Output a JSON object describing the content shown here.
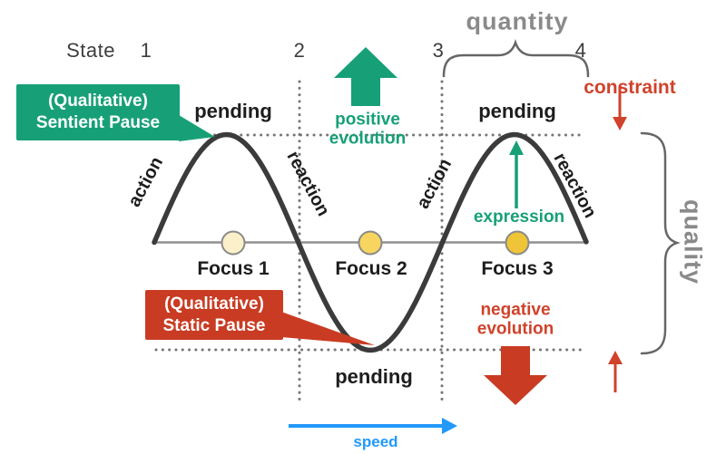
{
  "colors": {
    "green": "#17a077",
    "red": "#c93b22",
    "red_text": "#d0422b",
    "blue": "#2299fb",
    "gray_label": "#8a8a8a",
    "wave": "#3b3b3b"
  },
  "header": {
    "state_label": "State",
    "states": [
      "1",
      "2",
      "3",
      "4"
    ]
  },
  "top": {
    "quantity_label": "quantity",
    "constraint_label": "constraint"
  },
  "callouts": {
    "sentient_pause": {
      "line1": "(Qualitative)",
      "line2": "Sentient Pause"
    },
    "static_pause": {
      "line1": "(Qualitative)",
      "line2": "Static Pause"
    }
  },
  "wave_labels": {
    "pending_peak1": "pending",
    "pending_peak2": "pending",
    "pending_trough": "pending",
    "action1": "action",
    "reaction1": "reaction",
    "action2": "action",
    "reaction2": "reaction"
  },
  "evolution": {
    "positive": "positive\nevolution",
    "negative": "negative\nevolution",
    "expression": "expression"
  },
  "axis": {
    "speed_label": "speed",
    "quality_label": "quality"
  },
  "focus": [
    {
      "label": "Focus 1",
      "color": "#fbf0ca"
    },
    {
      "label": "Focus 2",
      "color": "#f8d55f"
    },
    {
      "label": "Focus 3",
      "color": "#f0c437"
    }
  ]
}
